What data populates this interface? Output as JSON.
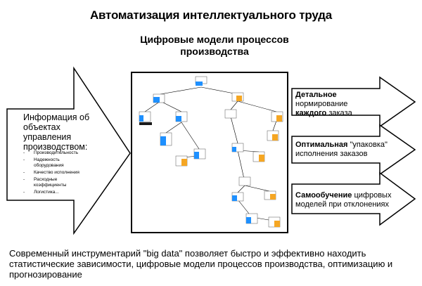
{
  "title": "Автоматизация интеллектуального труда",
  "subtitle": "Цифровые модели процессов производства",
  "input": {
    "heading": "Информация об объектах управления производством:",
    "items": [
      "Производительность",
      "Надежность оборудования",
      "Качество исполнения",
      "Расходные коэффициенты",
      "Логистика..."
    ]
  },
  "outputs": [
    {
      "bold1": "Детальное",
      "text1": " нормирование ",
      "bold2": "каждого",
      "text2": " заказа"
    },
    {
      "bold1": "Оптимальная",
      "text1": " \"упаковка\" исполнения заказов",
      "bold2": "",
      "text2": ""
    },
    {
      "bold1": "Самообучение",
      "text1": " цифровых моделей при отклонениях",
      "bold2": "",
      "text2": ""
    }
  ],
  "bottom_text": "Современный инструментарий \"big data\" позволяет быстро и эффективно находить статистические зависимости, цифровые модели процессов производства, оптимизацию и прогнозирование",
  "colors": {
    "leaf_blue": "#1e90ff",
    "leaf_orange": "#f5a623",
    "leaf_dark": "#1a1a1a",
    "line": "#000000"
  }
}
